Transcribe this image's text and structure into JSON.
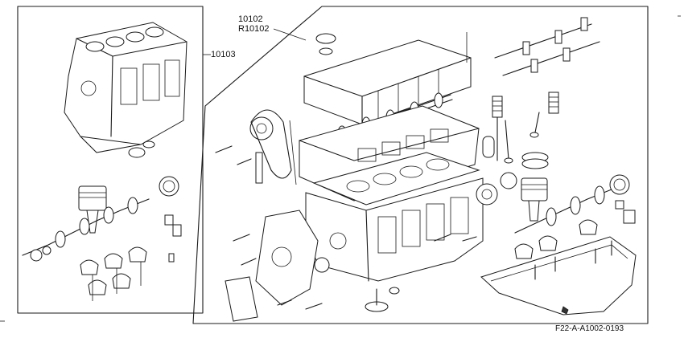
{
  "callouts": {
    "short_block": "10103",
    "long_block_a": "10102",
    "long_block_b": "R10102"
  },
  "figure_code": "F22-A-A1002-0193",
  "colors": {
    "ink": "#1a1a1a",
    "paper": "#ffffff"
  }
}
